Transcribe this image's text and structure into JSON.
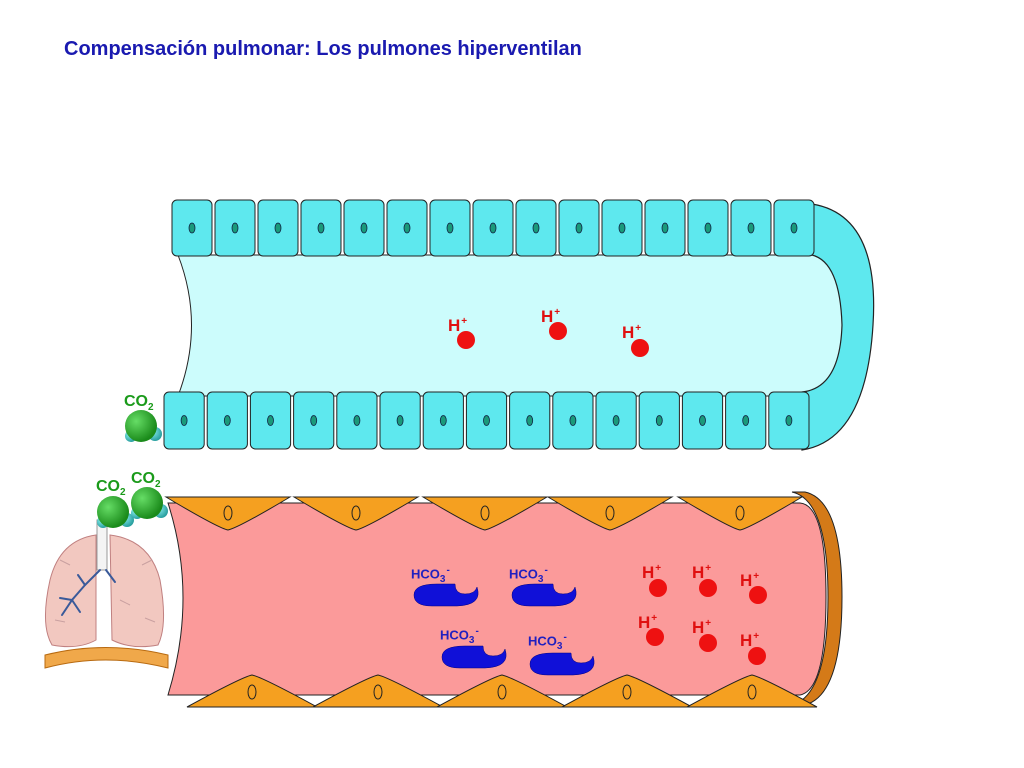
{
  "title": "Compensación pulmonar: Los pulmones hiperventilan",
  "labels": {
    "h_base": "H",
    "h_charge": "+",
    "co2_base": "CO",
    "co2_sub": "2",
    "bicarb_base": "HCO",
    "bicarb_sub": "3",
    "bicarb_charge": "-"
  },
  "colors": {
    "title": "#1a1ab0",
    "cell_fill": "#5ee8ee",
    "lumen_fill": "#ccfcfc",
    "vessel_fill": "#fb9a9a",
    "endothelial_fill": "#f5a020",
    "proton": "#ee1111",
    "co2_molecule": "#22a022",
    "bicarbonate": "#1010d8"
  },
  "icons": [
    "lungs-icon",
    "co2-molecule-icon",
    "proton-icon",
    "bicarbonate-icon"
  ]
}
